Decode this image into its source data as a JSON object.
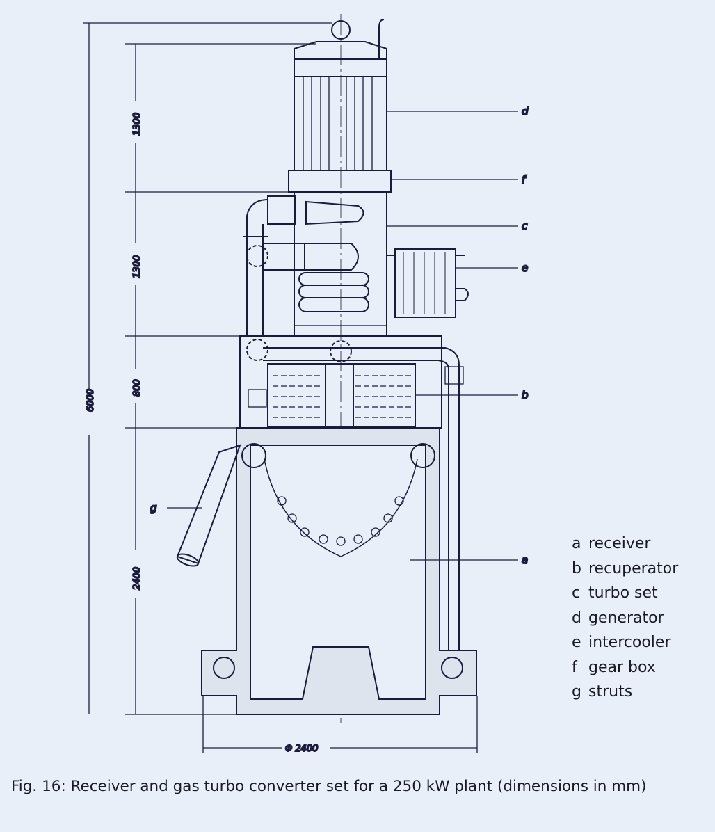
{
  "figure": {
    "dimensions": {
      "total_height": "6000",
      "generator_height": "1300",
      "turbo_height": "1300",
      "recuperator_height": "800",
      "receiver_height": "2400",
      "diameter": "Φ 2400"
    },
    "leader_labels": {
      "a": "a",
      "b": "b",
      "c": "c",
      "d": "d",
      "e": "e",
      "f": "f",
      "g": "g"
    }
  },
  "legend": [
    {
      "key": "a",
      "label": "receiver"
    },
    {
      "key": "b",
      "label": "recuperator"
    },
    {
      "key": "c",
      "label": "turbo set"
    },
    {
      "key": "d",
      "label": "generator"
    },
    {
      "key": "e",
      "label": "intercooler"
    },
    {
      "key": "f",
      "label": "gear box"
    },
    {
      "key": "g",
      "label": "struts"
    }
  ],
  "caption": "Fig. 16: Receiver and gas turbo converter set for a 250 kW plant (dimensions in mm)"
}
